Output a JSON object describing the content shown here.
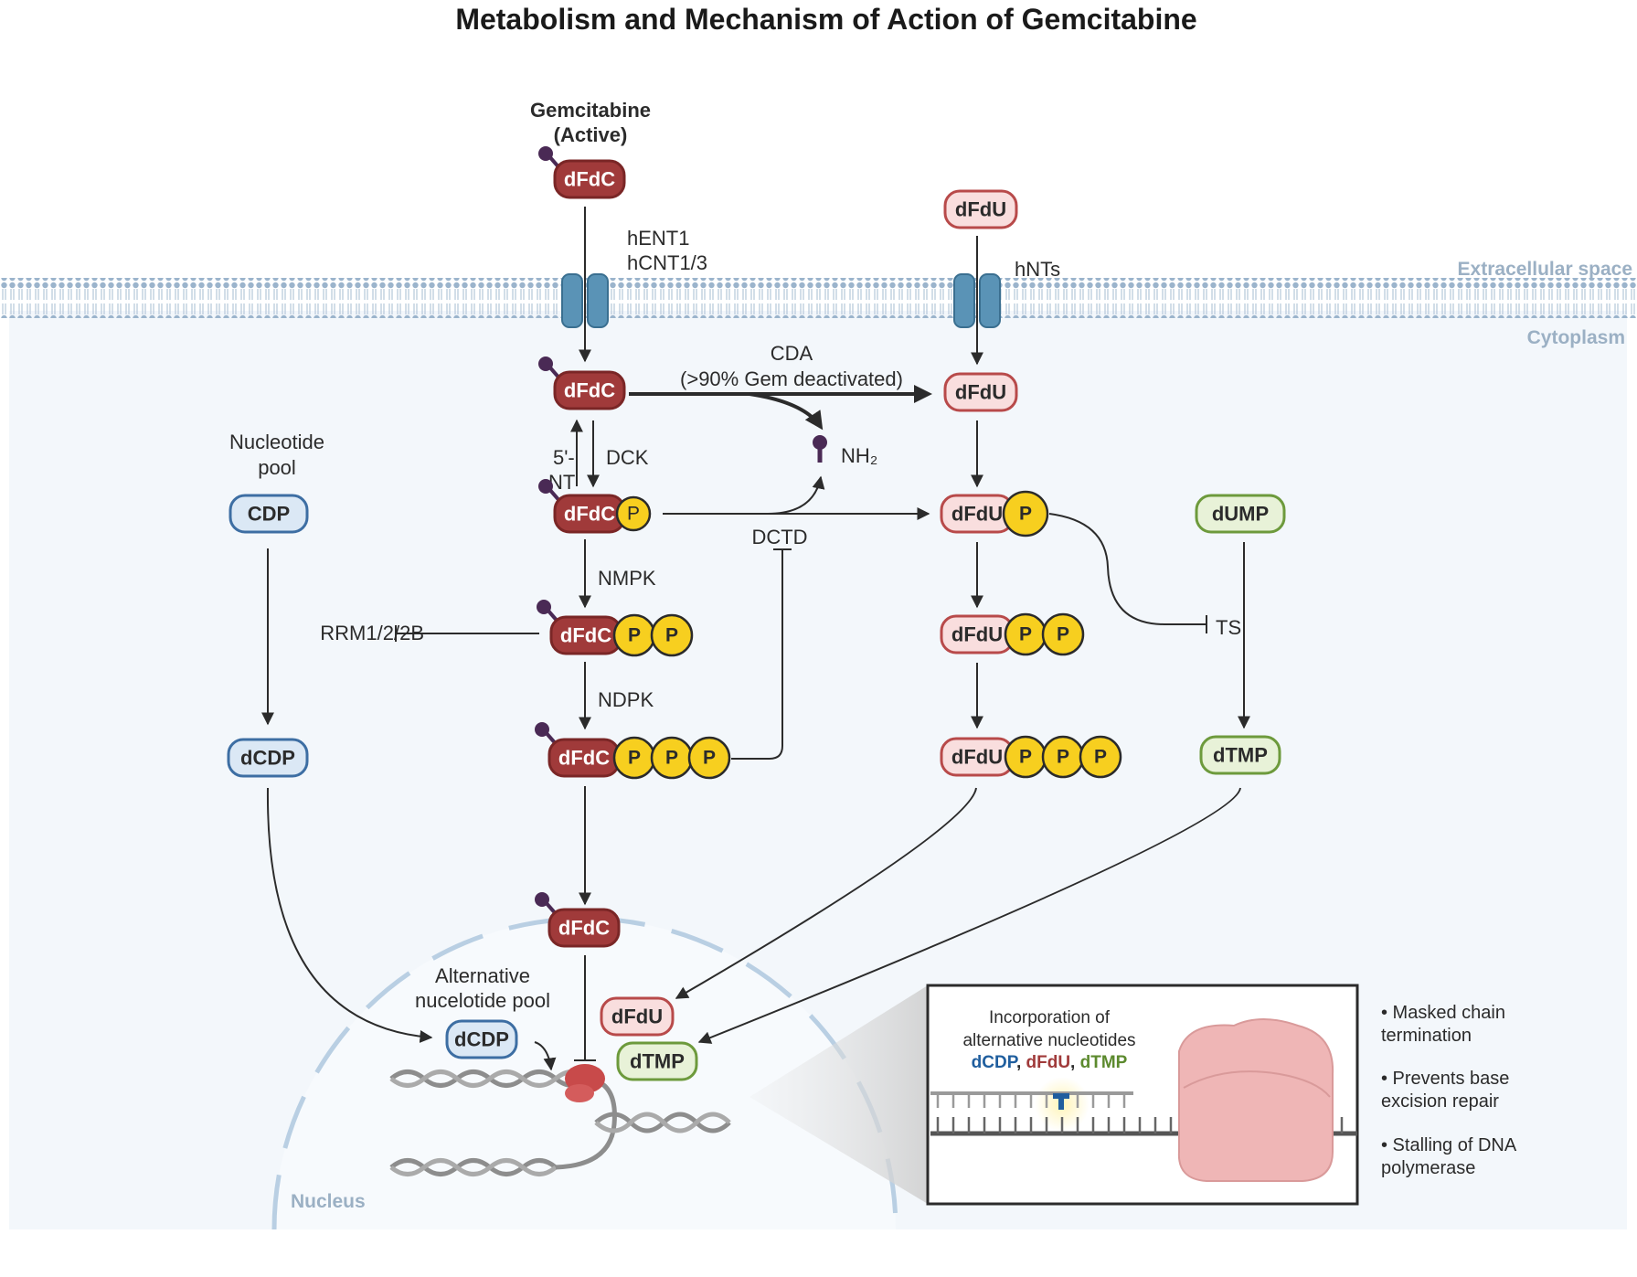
{
  "title": "Metabolism and Mechanism of Action of Gemcitabine",
  "regions": {
    "extracellular": "Extracellular space",
    "cytoplasm": "Cytoplasm",
    "nucleus": "Nucleus"
  },
  "gemcitabine_label_1": "Gemcitabine",
  "gemcitabine_label_2": "(Active)",
  "transporters": {
    "gem_1": "hENT1",
    "gem_2": "hCNT1/3",
    "dfdu": "hNTs"
  },
  "molecules": {
    "dfdc": "dFdC",
    "dfdu": "dFdU",
    "cdp": "CDP",
    "dcdp": "dCDP",
    "dump": "dUMP",
    "dtmp": "dTMP",
    "p": "P",
    "nh2": "NH₂"
  },
  "enzymes": {
    "cda_1": "CDA",
    "cda_2": "(>90% Gem deactivated)",
    "dck": "DCK",
    "nt_1": "5'-",
    "nt_2": "NT",
    "nmpk": "NMPK",
    "ndpk": "NDPK",
    "rrm": "RRM1/2/2B",
    "dctd": "DCTD",
    "ts": "TS"
  },
  "pools": {
    "nucleotide_1": "Nucleotide",
    "nucleotide_2": "pool",
    "alt_1": "Alternative",
    "alt_2": "nucelotide pool"
  },
  "inset": {
    "line1": "Incorporation of",
    "line2": "alternative nucleotides",
    "n1": "dCDP",
    "sep1": ", ",
    "n2": "dFdU",
    "sep2": ", ",
    "n3": "dTMP"
  },
  "bullets": [
    {
      "l1": "• Masked chain",
      "l2": "termination"
    },
    {
      "l1": "• Prevents base",
      "l2": "excision repair"
    },
    {
      "l1": "• Stalling of DNA",
      "l2": "polymerase"
    }
  ],
  "colors": {
    "dfdc_red": "#a03a3a",
    "dfdu_pink": "#f9dede",
    "cdp_blue": "#dbe8f5",
    "dtmp_green": "#e8f2d8",
    "phosphate_yellow": "#f7cf1f",
    "membrane": "#9bb4cc",
    "dcdp_text": "#1f5e9e",
    "dfdu_text": "#a03a3a",
    "dtmp_text": "#5c8a2e"
  }
}
